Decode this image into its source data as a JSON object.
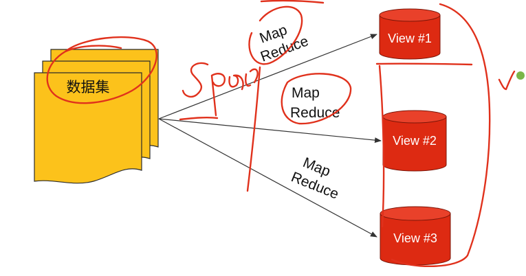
{
  "dataset": {
    "label": "数据集"
  },
  "views": [
    {
      "label": "View #1"
    },
    {
      "label": "View #2"
    },
    {
      "label": "View #3"
    }
  ],
  "map_reduce_labels": [
    {
      "map": "Map",
      "reduce": "Reduce"
    },
    {
      "map": "Map",
      "reduce": "Reduce"
    },
    {
      "map": "Map",
      "reduce": "Reduce"
    }
  ],
  "colors": {
    "dataset_fill": "#fcc21b",
    "dataset_stroke": "#2b2b2b",
    "view_fill": "#dd2a12",
    "view_top": "#e9412a",
    "annotation_ink": "#e0311c",
    "cursor_dot": "#7ab648"
  }
}
